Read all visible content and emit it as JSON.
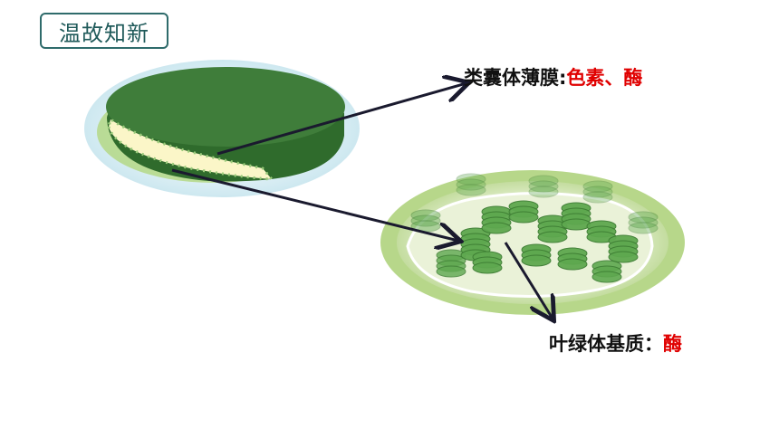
{
  "title": "温故知新",
  "labels": {
    "thylakoid_prefix": "类囊体薄膜:",
    "thylakoid_highlight": "色素、酶",
    "stroma_prefix": "叶绿体基质：",
    "stroma_highlight": "酶"
  },
  "colors": {
    "title_border": "#2f6b6b",
    "title_text": "#1f5a5a",
    "highlight": "#e00000",
    "arrow": "#1a1a2e",
    "disc_top": "#3f7d3a",
    "disc_side": "#2f6b2c",
    "disc_halo": "#cfe9f3",
    "disc_inner": "#fbf6c8",
    "grana": "#5ea84f"
  }
}
